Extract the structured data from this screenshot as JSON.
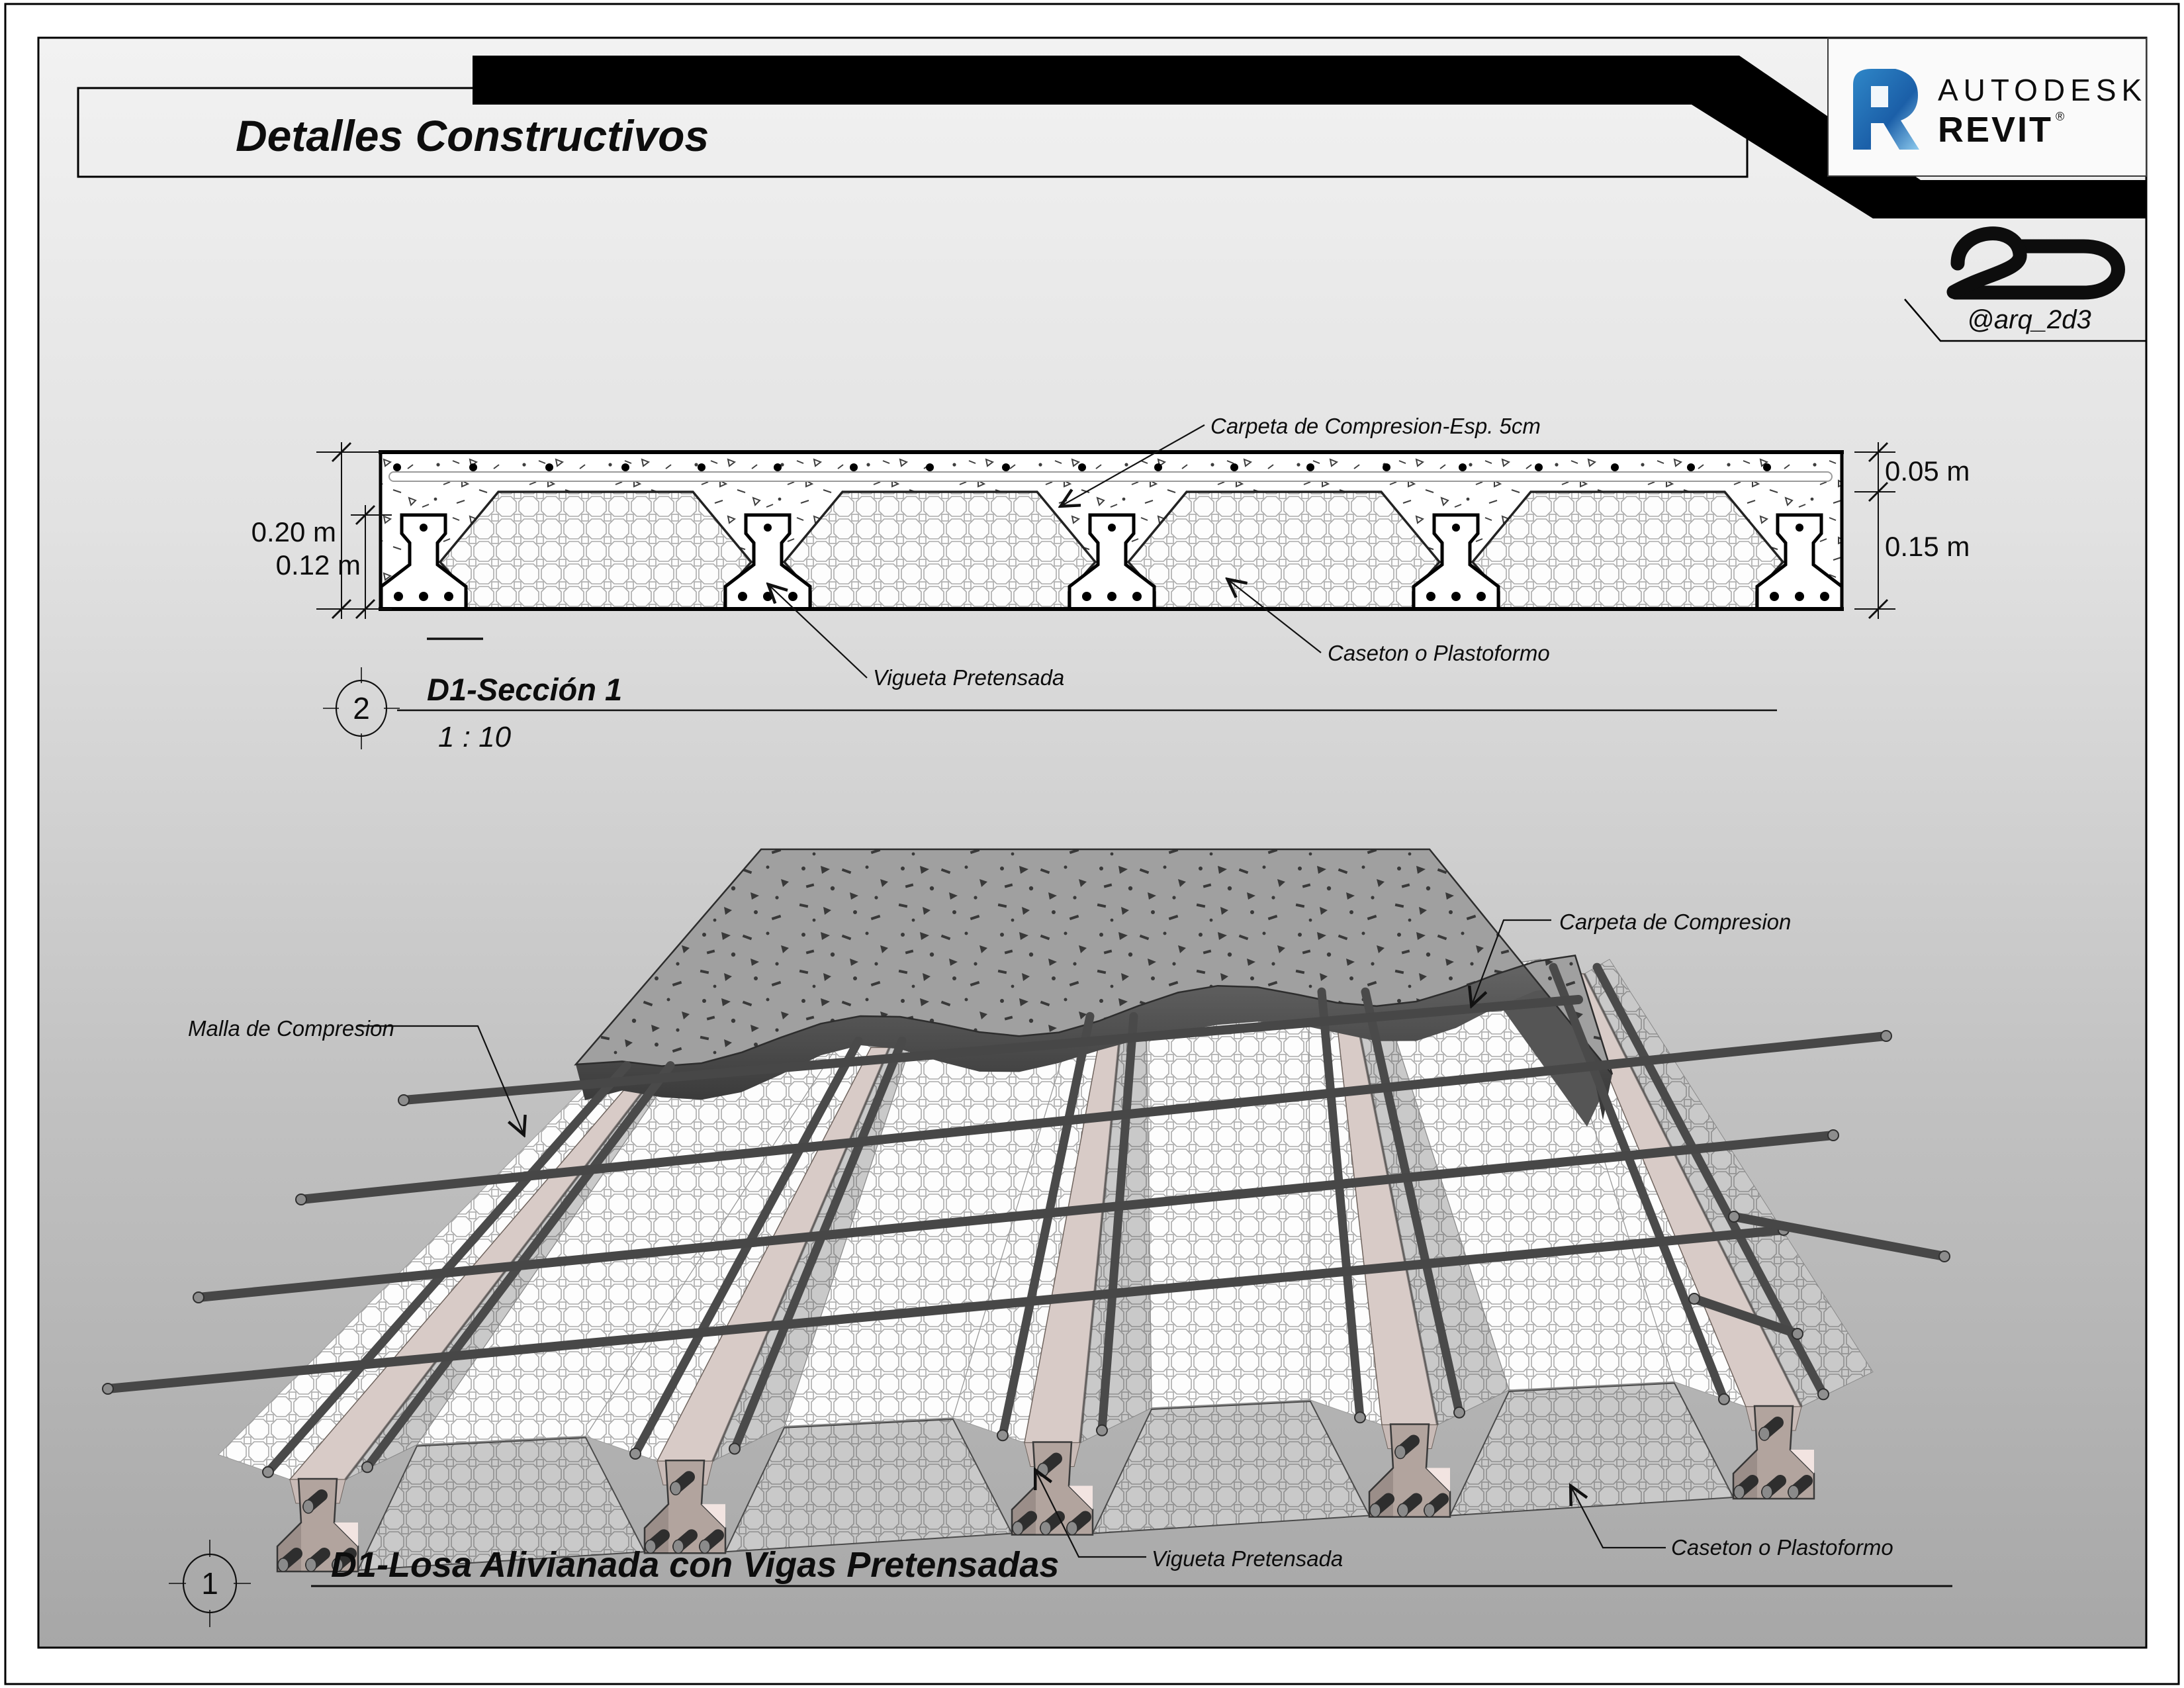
{
  "sheet": {
    "title": "Detalles Constructivos",
    "brand": {
      "name": "AUTODESK",
      "product": "REVIT",
      "registered": "®"
    },
    "credit": {
      "handle": "@arq_2d3"
    }
  },
  "section_view": {
    "callout_number": "2",
    "title": "D1-Sección 1",
    "scale": "1 : 10",
    "labels": {
      "carpeta": "Carpeta de Compresion-Esp. 5cm",
      "vigueta": "Vigueta Pretensada",
      "caseton": "Caseton o Plastoformo"
    },
    "dimensions": {
      "total": "0.20 m",
      "joist": "0.12 m",
      "topping": "0.05 m",
      "body": "0.15 m"
    }
  },
  "iso_view": {
    "callout_number": "1",
    "title": "D1-Losa Alivianada con Vigas Pretensadas",
    "labels": {
      "malla": "Malla de Compresion",
      "carpeta": "Carpeta de Compresion",
      "vigueta": "Vigueta Pretensada",
      "caseton": "Caseton o Plastoformo"
    }
  },
  "colors": {
    "revit_blue": "#1e6bb0",
    "banner_black": "#000000",
    "paper_white": "#ffffff",
    "background_gray": "#a7a7a7"
  }
}
